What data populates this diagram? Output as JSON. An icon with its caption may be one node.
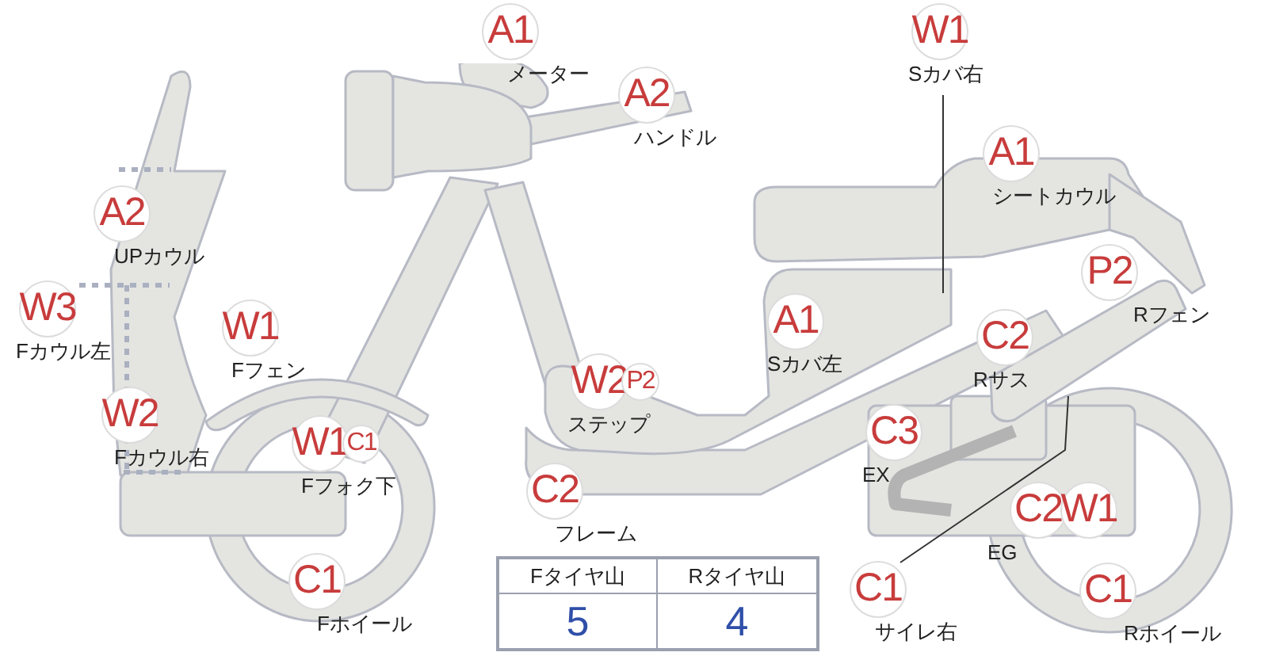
{
  "diagram": {
    "nodes": [
      {
        "text": [
          "A1",
          "メーター"
        ]
      },
      {
        "text": [
          "A2",
          "ハンドル"
        ]
      },
      {
        "text": [
          "W1",
          "Sカバ右"
        ]
      },
      {
        "text": [
          "A2",
          "UPカウル"
        ]
      },
      {
        "text": [
          "A1",
          "シートカウル"
        ]
      },
      {
        "text": [
          "W3",
          "Fカウル左"
        ]
      },
      {
        "text": [
          "W1",
          "Fフェン"
        ]
      },
      {
        "text": [
          "A1",
          "Sカバ左"
        ]
      },
      {
        "text": [
          "P2",
          "Rフェン"
        ]
      },
      {
        "text": [
          "C2",
          "Rサス"
        ]
      },
      {
        "text": [
          "W2",
          "P2",
          "ステップ"
        ]
      },
      {
        "text": [
          "W2",
          "Fカウル右"
        ]
      },
      {
        "text": [
          "W1",
          "C1",
          "Fフォク下"
        ]
      },
      {
        "text": [
          "C3",
          "EX"
        ]
      },
      {
        "text": [
          "C2",
          "フレーム"
        ]
      },
      {
        "text": [
          "C2",
          "W1",
          "EG"
        ]
      },
      {
        "text": [
          "C1",
          "Fホイール"
        ]
      },
      {
        "text": [
          "C1",
          "サイレ右"
        ]
      },
      {
        "text": [
          "C1",
          "Rホイール"
        ]
      }
    ],
    "edges": [
      {
        "from": 2,
        "to": null,
        "arrow": "none"
      },
      {
        "from": 17,
        "to": null,
        "arrow": "none"
      }
    ],
    "labels": [
      "Fタイヤ山",
      "Rタイヤ山",
      "5",
      "4"
    ]
  }
}
